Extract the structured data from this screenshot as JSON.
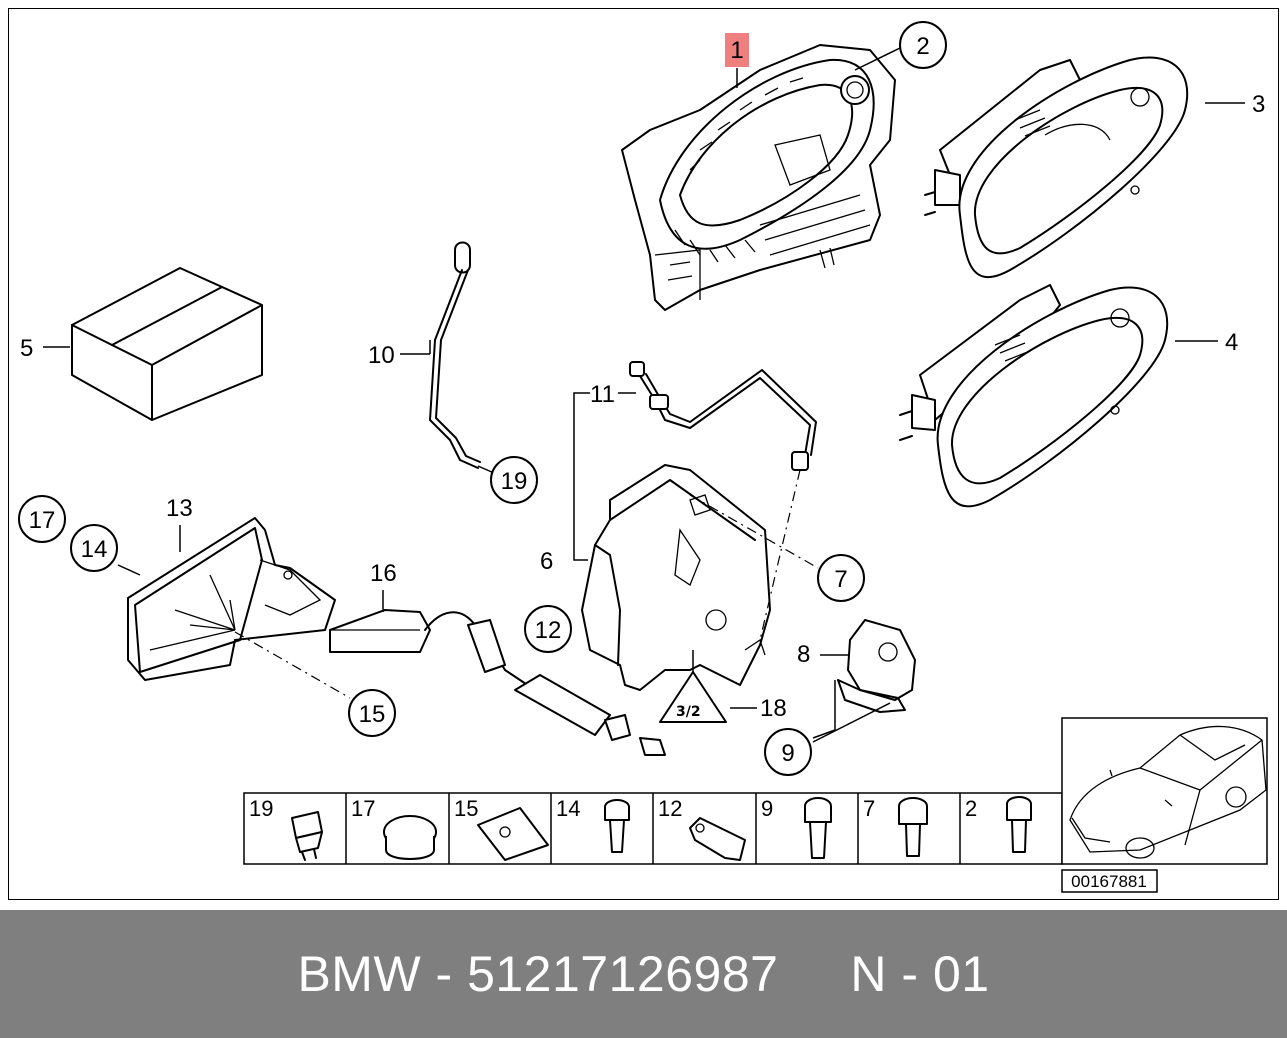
{
  "diagram": {
    "callouts": {
      "c1": "1",
      "c2": "2",
      "c3": "3",
      "c4": "4",
      "c5": "5",
      "c6": "6",
      "c7": "7",
      "c8": "8",
      "c9": "9",
      "c10": "10",
      "c11": "11",
      "c12": "12",
      "c13": "13",
      "c14": "14",
      "c15": "15",
      "c16": "16",
      "c17": "17",
      "c18": "18",
      "c19": "19"
    },
    "legend_items": [
      "19",
      "17",
      "15",
      "14",
      "12",
      "9",
      "7",
      "2"
    ],
    "diagram_id": "00167881",
    "highlight_color": "#f08080"
  },
  "footer": {
    "text": "BMW - 51217126987     N - 01",
    "background_color": "#7f7f7f"
  }
}
